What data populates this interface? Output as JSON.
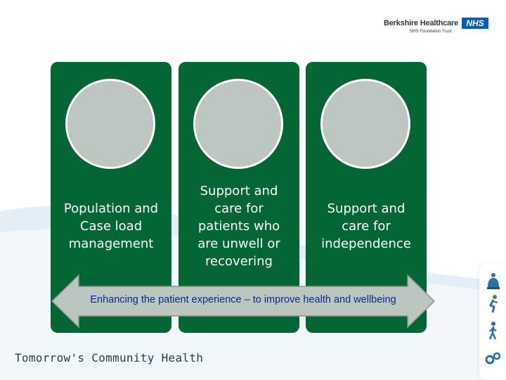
{
  "header": {
    "org_name": "Berkshire Healthcare",
    "badge": "NHS",
    "org_subtitle": "NHS Foundation Trust"
  },
  "panels": [
    {
      "label": "Population and\nCase load\nmanagement"
    },
    {
      "label": "Support and\ncare for\npatients who\nare unwell or\nrecovering"
    },
    {
      "label": "Support and\ncare for\nindependence"
    }
  ],
  "arrow": {
    "text": "Enhancing the patient experience – to improve health and wellbeing"
  },
  "footer": {
    "tagline": "Tomorrow's Community Health"
  },
  "side_icons": [
    "bell-icon",
    "person-cycling-icon",
    "person-walking-icon",
    "binoculars-icon"
  ],
  "colors": {
    "panel_green": "#046635",
    "circle_grey": "#bec6c1",
    "arrow_fill": "#bcc6c0",
    "arrow_text": "#0a2a8a",
    "nhs_blue": "#005eb8",
    "swoosh": "#dceaf5"
  }
}
